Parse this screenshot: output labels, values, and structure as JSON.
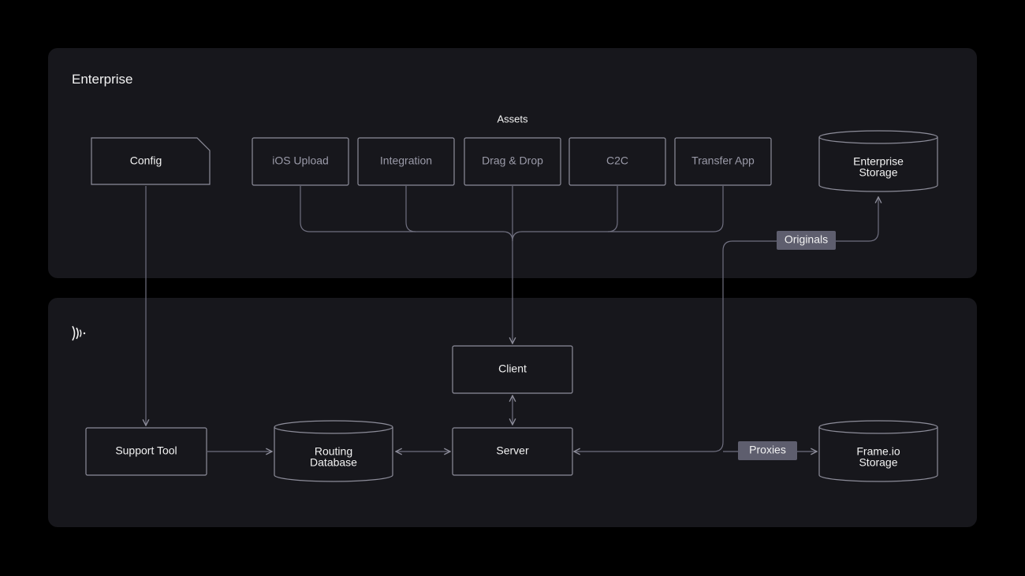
{
  "sections": {
    "enterprise": {
      "title": "Enterprise"
    },
    "frameio": {
      "logo_icon": "frameio-logo-icon"
    }
  },
  "nodes": {
    "config": "Config",
    "assets_heading": "Assets",
    "ios_upload": "iOS Upload",
    "integration": "Integration",
    "drag_drop": "Drag & Drop",
    "c2c": "C2C",
    "transfer_app": "Transfer App",
    "enterprise_storage": [
      "Enterprise",
      "Storage"
    ],
    "client": "Client",
    "server": "Server",
    "support_tool": "Support Tool",
    "routing_database": [
      "Routing",
      "Database"
    ],
    "frameio_storage": [
      "Frame.io",
      "Storage"
    ]
  },
  "tags": {
    "originals": "Originals",
    "proxies": "Proxies"
  },
  "colors": {
    "background": "#000000",
    "panel": "#17171c",
    "box_stroke": "#8d8d9a",
    "wire": "#707080",
    "tag_fill": "#5e5e6e",
    "text": "#f2f2f2",
    "text_dim": "#9a9aa8"
  }
}
